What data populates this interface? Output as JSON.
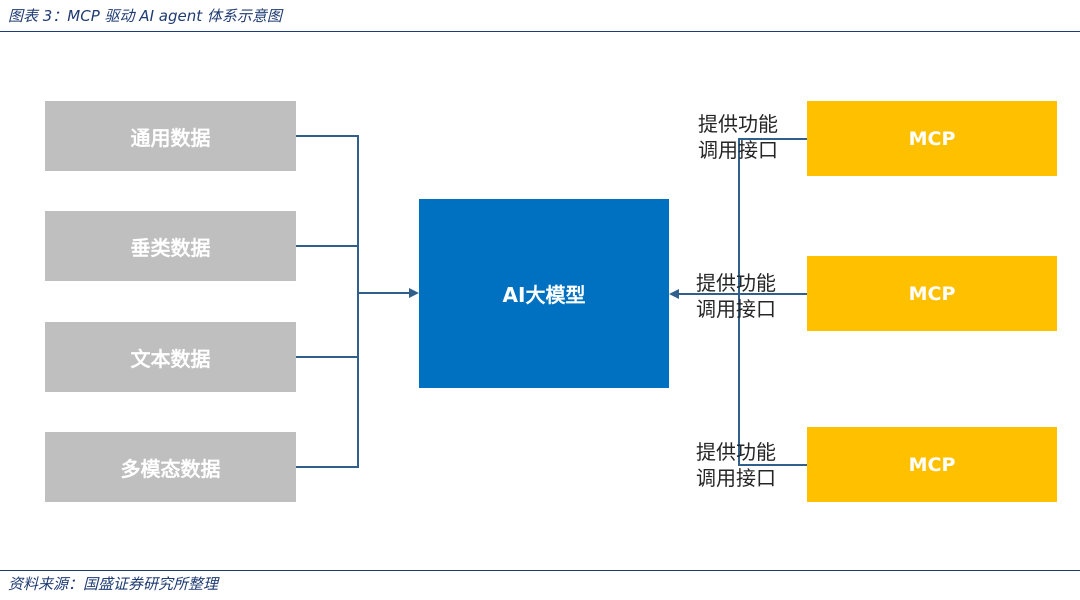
{
  "header": {
    "caption": "图表 3：MCP 驱动 AI agent 体系示意图"
  },
  "footer": {
    "source": "资料来源：国盛证券研究所整理"
  },
  "diagram": {
    "data_sources": [
      {
        "label": "通用数据"
      },
      {
        "label": "垂类数据"
      },
      {
        "label": "文本数据"
      },
      {
        "label": "多模态数据"
      }
    ],
    "center": {
      "label": "AI大模型"
    },
    "mcp_nodes": [
      {
        "label": "MCP",
        "line1": "提供功能",
        "line2": "调用接口"
      },
      {
        "label": "MCP",
        "line1": "提供功能",
        "line2": "调用接口"
      },
      {
        "label": "MCP",
        "line1": "提供功能",
        "line2": "调用接口"
      }
    ]
  },
  "colors": {
    "data_box": "#bfbfbf",
    "center_box": "#0070c0",
    "mcp_box": "#ffc000",
    "connector": "#2f5f8a",
    "caption": "#1f3b73"
  }
}
